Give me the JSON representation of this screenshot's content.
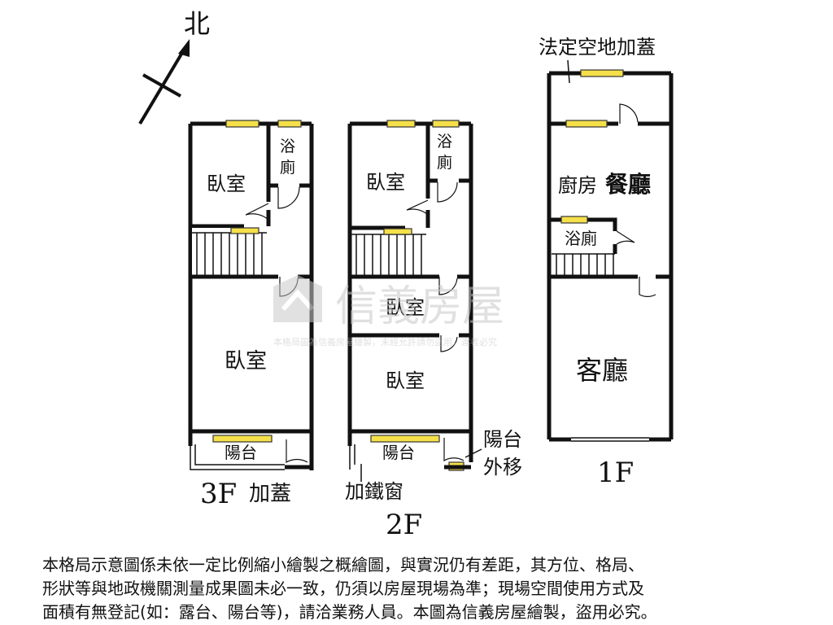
{
  "compass": {
    "north": "北"
  },
  "floor3": {
    "title": "3F",
    "suffix": "加蓋",
    "rooms": {
      "bedroom_top": "臥室",
      "bath": "浴\n廁",
      "bedroom_main": "臥室",
      "balcony": "陽台"
    }
  },
  "floor2": {
    "title": "2F",
    "rooms": {
      "bedroom_top": "臥室",
      "bath": "浴\n廁",
      "bedroom_mid": "臥室",
      "bedroom_low": "臥室",
      "balcony": "陽台"
    },
    "notes": {
      "iron_window": "加鐵窗",
      "balcony_move_1": "陽台",
      "balcony_move_2": "外移"
    }
  },
  "floor1": {
    "title": "1F",
    "rooms": {
      "annex": "法定空地加蓋",
      "kitchen": "廚房",
      "dining": "餐廳",
      "bath": "浴廁",
      "living": "客廳"
    }
  },
  "watermark": {
    "brand": "信義房屋",
    "note": "本格局圖為信義房屋繪製，未經允許請勿盜用，違者必究"
  },
  "disclaimer": {
    "line1": "本格局示意圖係未依一定比例縮小繪製之概繪圖，與實況仍有差距，其方位、格局、",
    "line2": "形狀等與地政機關測量成果圖未必一致，仍須以房屋現場為準；現場空間使用方式及",
    "line3": "面積有無登記(如：露台、陽台等)，請洽業務人員。本圖為信義房屋繪製，盜用必究。"
  }
}
